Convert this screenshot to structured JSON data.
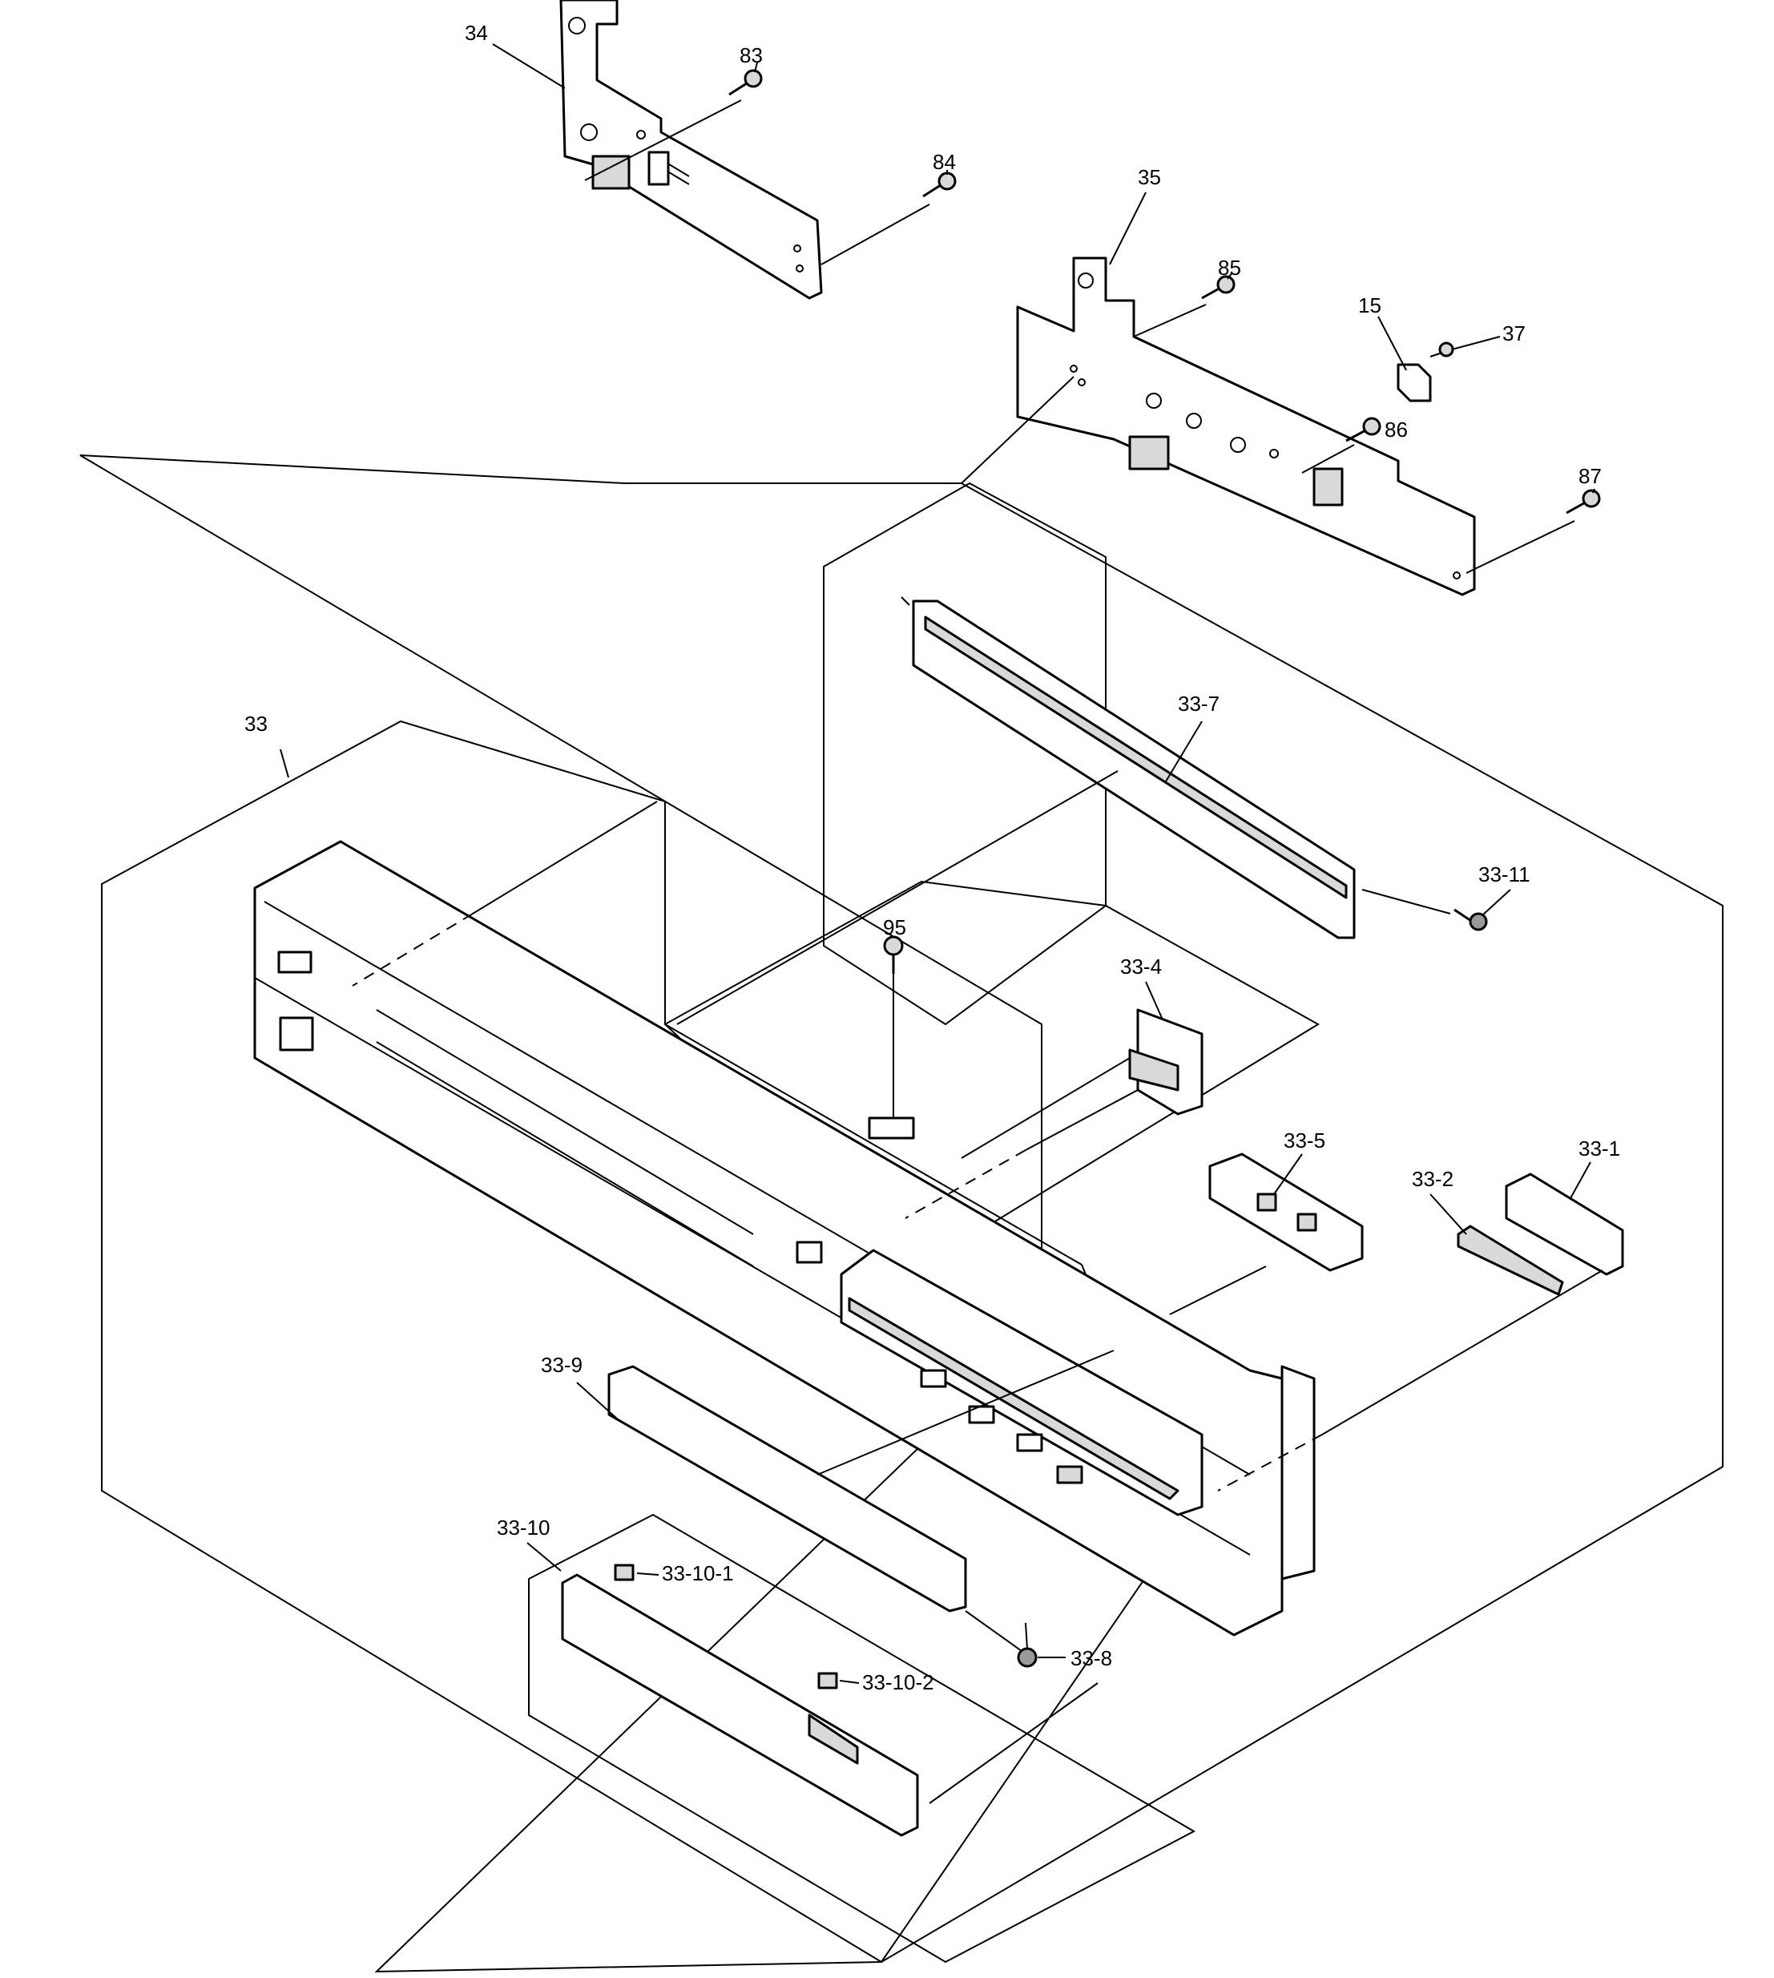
{
  "callouts": {
    "c34": "34",
    "c83": "83",
    "c84": "84",
    "c35": "35",
    "c85": "85",
    "c15": "15",
    "c37": "37",
    "c86": "86",
    "c87": "87",
    "c33": "33",
    "c33_7": "33-7",
    "c33_11": "33-11",
    "c95": "95",
    "c33_4": "33-4",
    "c33_5": "33-5",
    "c33_2": "33-2",
    "c33_1": "33-1",
    "c33_9": "33-9",
    "c33_10": "33-10",
    "c33_10_1": "33-10-1",
    "c33_10_2": "33-10-2",
    "c33_8": "33-8"
  }
}
